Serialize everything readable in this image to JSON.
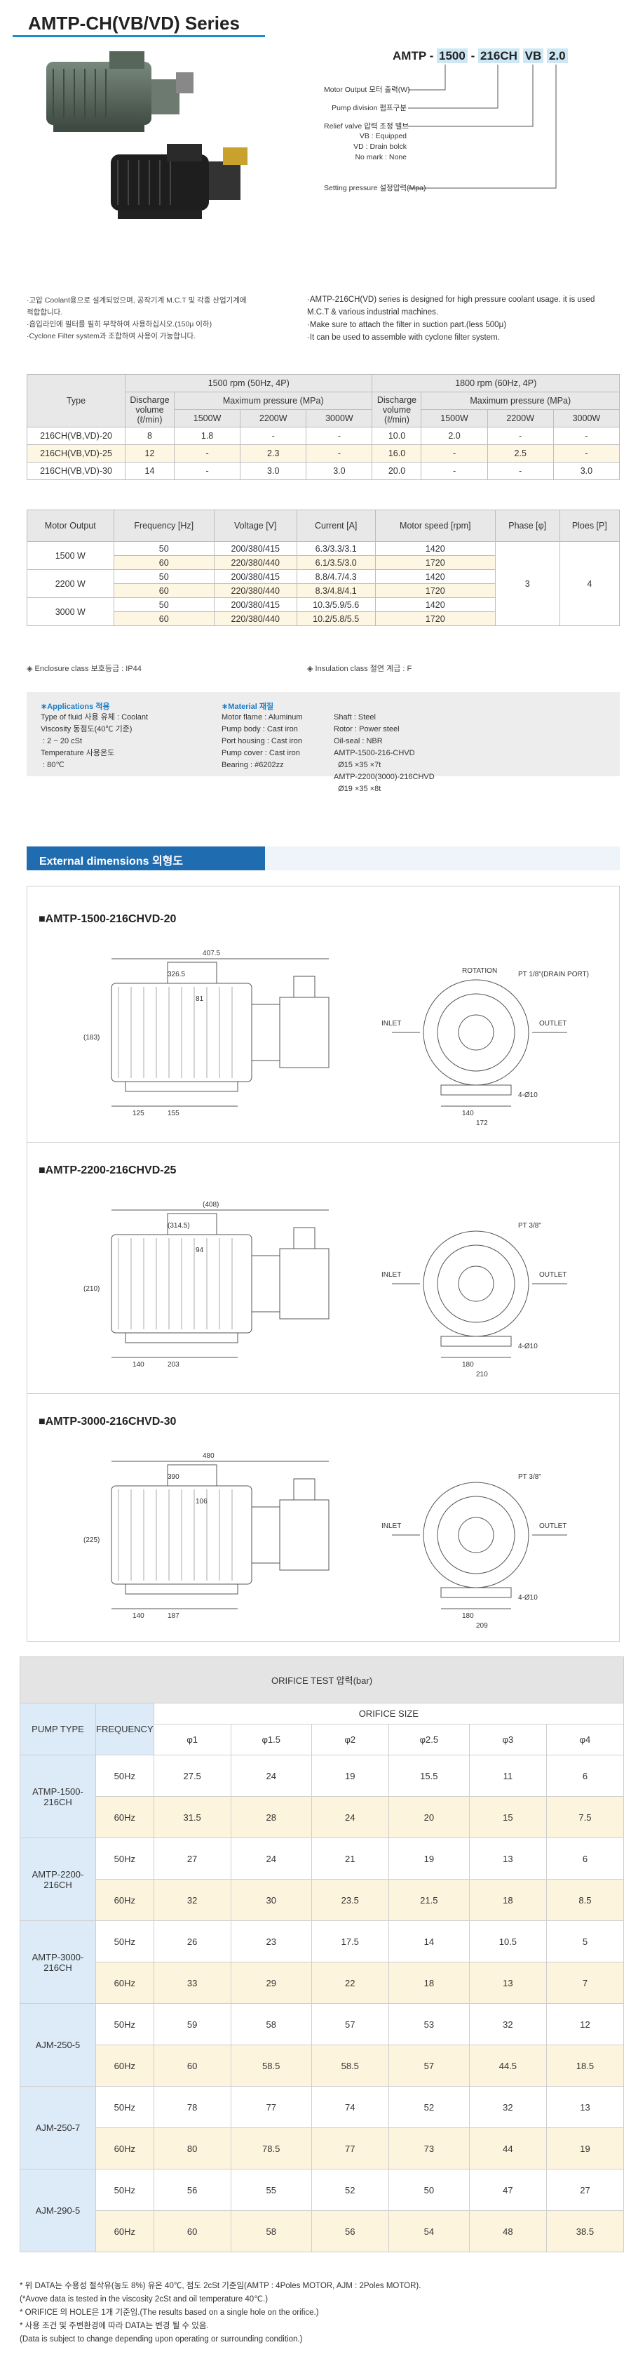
{
  "title": "AMTP-CH(VB/VD) Series",
  "model_code": {
    "prefix": "AMTP",
    "sep1": "-",
    "motor": "1500",
    "sep2": "-",
    "pump": "216CH",
    "relief": "VB",
    "pressure": "2.0"
  },
  "model_labels": {
    "motor": "Motor Output 모터 출력(W)",
    "pump": "Pump division 펌프구분",
    "relief": "Relief valve 압력 조정 밸브",
    "relief_vb": "VB : Equipped",
    "relief_vd": "VD : Drain bolck",
    "relief_nomark": "No mark : None",
    "pressure": "Setting pressure 설정압력(Mpa)"
  },
  "notes_ko": [
    "·고압 Coolant용으로 설계되었으며, 공작기계 M.C.T 및 각종 산업기계에",
    "  적합합니다.",
    "·흡입라인에 필터를 필히 부착하여 사용하십시오.(150μ 이하)",
    "·Cyclone Filter system과 조합하여 사용이 가능합니다."
  ],
  "notes_en": [
    "·AMTP-216CH(VD) series is designed for high pressure coolant usage. it is used",
    "  M.C.T & various industrial machines.",
    "·Make sure to attach the filter in suction part.(less 500μ)",
    "·It can be used to assemble with cyclone filter system."
  ],
  "spec_table": {
    "type": "Type",
    "rpm1500": "1500 rpm (50Hz, 4P)",
    "rpm1800": "1800 rpm (60Hz, 4P)",
    "discharge": "Discharge volume (ℓ/min)",
    "maxp": "Maximum pressure (MPa)",
    "w1500": "1500W",
    "w2200": "2200W",
    "w3000": "3000W",
    "rows": [
      [
        "216CH(VB,VD)-20",
        "8",
        "1.8",
        "-",
        "-",
        "10.0",
        "2.0",
        "-",
        "-"
      ],
      [
        "216CH(VB,VD)-25",
        "12",
        "-",
        "2.3",
        "-",
        "16.0",
        "-",
        "2.5",
        "-"
      ],
      [
        "216CH(VB,VD)-30",
        "14",
        "-",
        "3.0",
        "3.0",
        "20.0",
        "-",
        "-",
        "3.0"
      ]
    ]
  },
  "motor_table": {
    "headers": [
      "Motor Output",
      "Frequency [Hz]",
      "Voltage [V]",
      "Current [A]",
      "Motor speed [rpm]",
      "Phase [φ]",
      "Ploes [P]"
    ],
    "groups": [
      {
        "output": "1500 W",
        "rows": [
          [
            "50",
            "200/380/415",
            "6.3/3.3/3.1",
            "1420"
          ],
          [
            "60",
            "220/380/440",
            "6.1/3.5/3.0",
            "1720"
          ]
        ]
      },
      {
        "output": "2200 W",
        "rows": [
          [
            "50",
            "200/380/415",
            "8.8/4.7/4.3",
            "1420"
          ],
          [
            "60",
            "220/380/440",
            "8.3/4.8/4.1",
            "1720"
          ]
        ]
      },
      {
        "output": "3000 W",
        "rows": [
          [
            "50",
            "200/380/415",
            "10.3/5.9/5.6",
            "1420"
          ],
          [
            "60",
            "220/380/440",
            "10.2/5.8/5.5",
            "1720"
          ]
        ]
      }
    ],
    "phase": "3",
    "poles": "4"
  },
  "enclosure": "◈ Enclosure class 보호등급 : IP44",
  "insulation": "◈ Insulation class 절연 계급 : F",
  "applications_head": "∗Applications 적용",
  "applications_text": "Type of fluid 사용 유체 : Coolant\nViscosity 동점도(40℃ 기준)\n : 2 ~ 20 cSt\nTemperature 사용온도\n : 80℃",
  "material_head": "∗Material 재질",
  "material_col1": "Motor flame : Aluminum\nPump body : Cast iron\nPort housing : Cast iron\nPump cover : Cast iron\nBearing : #6202zz",
  "material_col2": "Shaft : Steel\nRotor : Power steel\nOil-seal : NBR\nAMTP-1500-216-CHVD\n  Ø15 ×35 ×7t\nAMTP-2200(3000)-216CHVD\n  Ø19 ×35 ×8t",
  "ext_title": "External dimensions 외형도",
  "dims": [
    {
      "title": "■AMTP-1500-216CHVD-20",
      "a": "407.5",
      "b": "326.5",
      "c": "81",
      "d": "125",
      "e": "155",
      "f": "140",
      "g": "172",
      "h": "(183)",
      "inlet": "INLET",
      "outlet": "OUTLET",
      "note": "ROTATION",
      "port": "PT 1/8\"(DRAIN PORT)",
      "hole": "4-Ø10"
    },
    {
      "title": "■AMTP-2200-216CHVD-25",
      "a": "(408)",
      "b": "(314.5)",
      "c": "94",
      "d": "140",
      "e": "203",
      "f": "180",
      "g": "210",
      "h": "(210)",
      "inlet": "INLET",
      "outlet": "OUTLET",
      "note": "",
      "port": "PT 3/8\"",
      "hole": "4-Ø10"
    },
    {
      "title": "■AMTP-3000-216CHVD-30",
      "a": "480",
      "b": "390",
      "c": "106",
      "d": "140",
      "e": "187",
      "f": "180",
      "g": "209",
      "h": "(225)",
      "inlet": "INLET",
      "outlet": "OUTLET",
      "note": "",
      "port": "PT 3/8\"",
      "hole": "4-Ø10"
    }
  ],
  "orifice": {
    "title": "ORIFICE TEST 압력(bar)",
    "pump_type": "PUMP TYPE",
    "frequency": "FREQUENCY",
    "size": "ORIFICE SIZE",
    "sizes": [
      "φ1",
      "φ1.5",
      "φ2",
      "φ2.5",
      "φ3",
      "φ4"
    ],
    "groups": [
      {
        "name": "ATMP-1500-216CH",
        "rows": [
          [
            "50Hz",
            "27.5",
            "24",
            "19",
            "15.5",
            "11",
            "6"
          ],
          [
            "60Hz",
            "31.5",
            "28",
            "24",
            "20",
            "15",
            "7.5"
          ]
        ]
      },
      {
        "name": "AMTP-2200-216CH",
        "rows": [
          [
            "50Hz",
            "27",
            "24",
            "21",
            "19",
            "13",
            "6"
          ],
          [
            "60Hz",
            "32",
            "30",
            "23.5",
            "21.5",
            "18",
            "8.5"
          ]
        ]
      },
      {
        "name": "AMTP-3000-216CH",
        "rows": [
          [
            "50Hz",
            "26",
            "23",
            "17.5",
            "14",
            "10.5",
            "5"
          ],
          [
            "60Hz",
            "33",
            "29",
            "22",
            "18",
            "13",
            "7"
          ]
        ]
      },
      {
        "name": "AJM-250-5",
        "rows": [
          [
            "50Hz",
            "59",
            "58",
            "57",
            "53",
            "32",
            "12"
          ],
          [
            "60Hz",
            "60",
            "58.5",
            "58.5",
            "57",
            "44.5",
            "18.5"
          ]
        ]
      },
      {
        "name": "AJM-250-7",
        "rows": [
          [
            "50Hz",
            "78",
            "77",
            "74",
            "52",
            "32",
            "13"
          ],
          [
            "60Hz",
            "80",
            "78.5",
            "77",
            "73",
            "44",
            "19"
          ]
        ]
      },
      {
        "name": "AJM-290-5",
        "rows": [
          [
            "50Hz",
            "56",
            "55",
            "52",
            "50",
            "47",
            "27"
          ],
          [
            "60Hz",
            "60",
            "58",
            "56",
            "54",
            "48",
            "38.5"
          ]
        ]
      }
    ]
  },
  "footnotes": [
    "* 위 DATA는 수용성 절삭유(농도 8%) 유온 40℃, 점도 2cSt 기준임(AMTP : 4Poles MOTOR, AJM : 2Poles MOTOR).",
    "   (*Avove data is tested in the viscosity 2cSt and oil temperature 40℃.)",
    "* ORIFICE 의 HOLE은 1개 기준임.(The results based on a single hole on the orifice.)",
    "* 사용 조건 및 주변환경에 따라 DATA는 변경 될 수 있음.",
    "   (Data is subject to change depending upon operating or surrounding condition.)"
  ]
}
